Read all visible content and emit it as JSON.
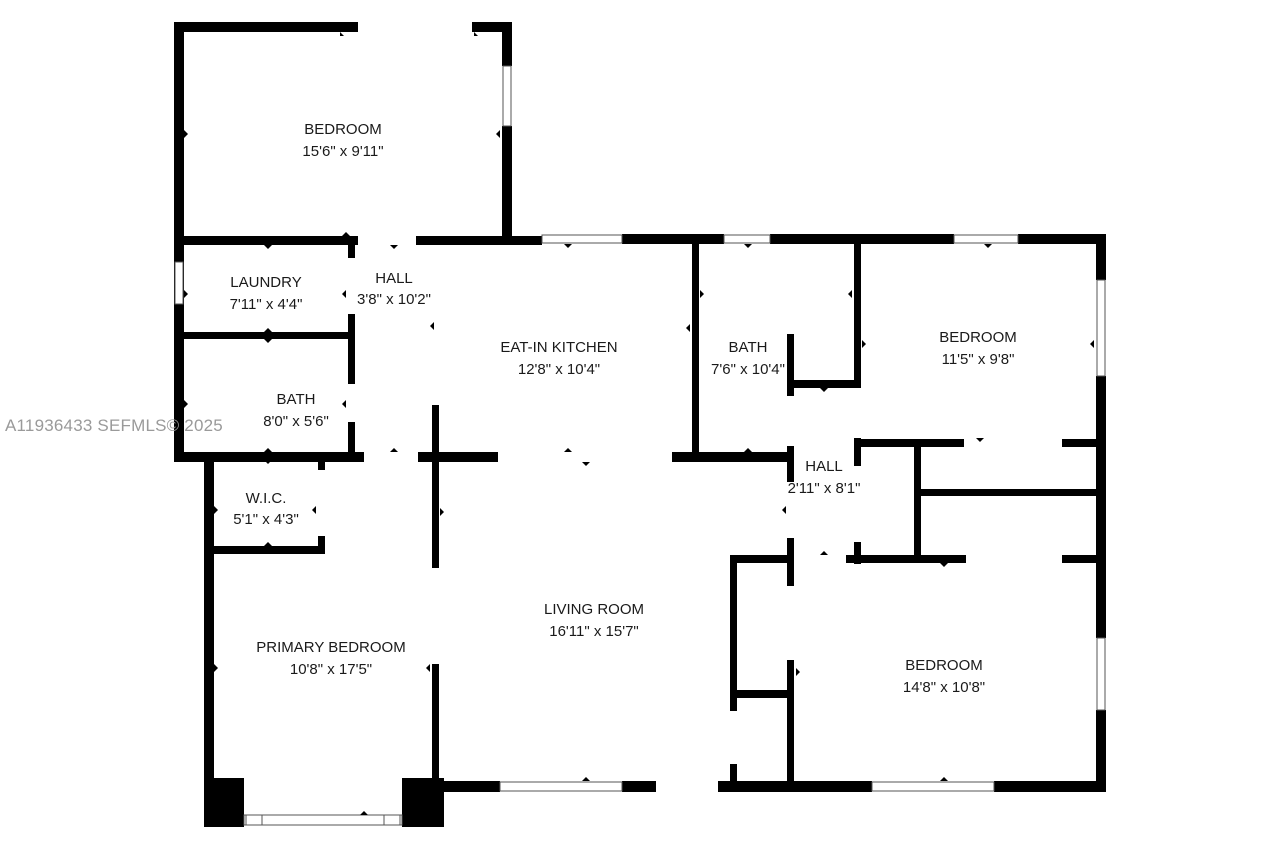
{
  "watermark": "A11936433  SEFMLS© 2025",
  "rooms": [
    {
      "id": "bedroom-top",
      "name": "BEDROOM",
      "size": "15'6\" x 9'11\""
    },
    {
      "id": "laundry",
      "name": "LAUNDRY",
      "size": "7'11\" x 4'4\""
    },
    {
      "id": "hall-left",
      "name": "HALL",
      "size": "3'8\" x 10'2\""
    },
    {
      "id": "eat-in-kitchen",
      "name": "EAT-IN KITCHEN",
      "size": "12'8\" x 10'4\""
    },
    {
      "id": "bath-center",
      "name": "BATH",
      "size": "7'6\" x 10'4\""
    },
    {
      "id": "bedroom-right",
      "name": "BEDROOM",
      "size": "11'5\" x 9'8\""
    },
    {
      "id": "bath-left",
      "name": "BATH",
      "size": "8'0\" x 5'6\""
    },
    {
      "id": "wic",
      "name": "W.I.C.",
      "size": "5'1\" x 4'3\""
    },
    {
      "id": "hall-right",
      "name": "HALL",
      "size": "2'11\" x 8'1\""
    },
    {
      "id": "living-room",
      "name": "LIVING ROOM",
      "size": "16'11\" x 15'7\""
    },
    {
      "id": "primary-bedroom",
      "name": "PRIMARY BEDROOM",
      "size": "10'8\" x 17'5\""
    },
    {
      "id": "bedroom-bottom",
      "name": "BEDROOM",
      "size": "14'8\" x 10'8\""
    }
  ]
}
